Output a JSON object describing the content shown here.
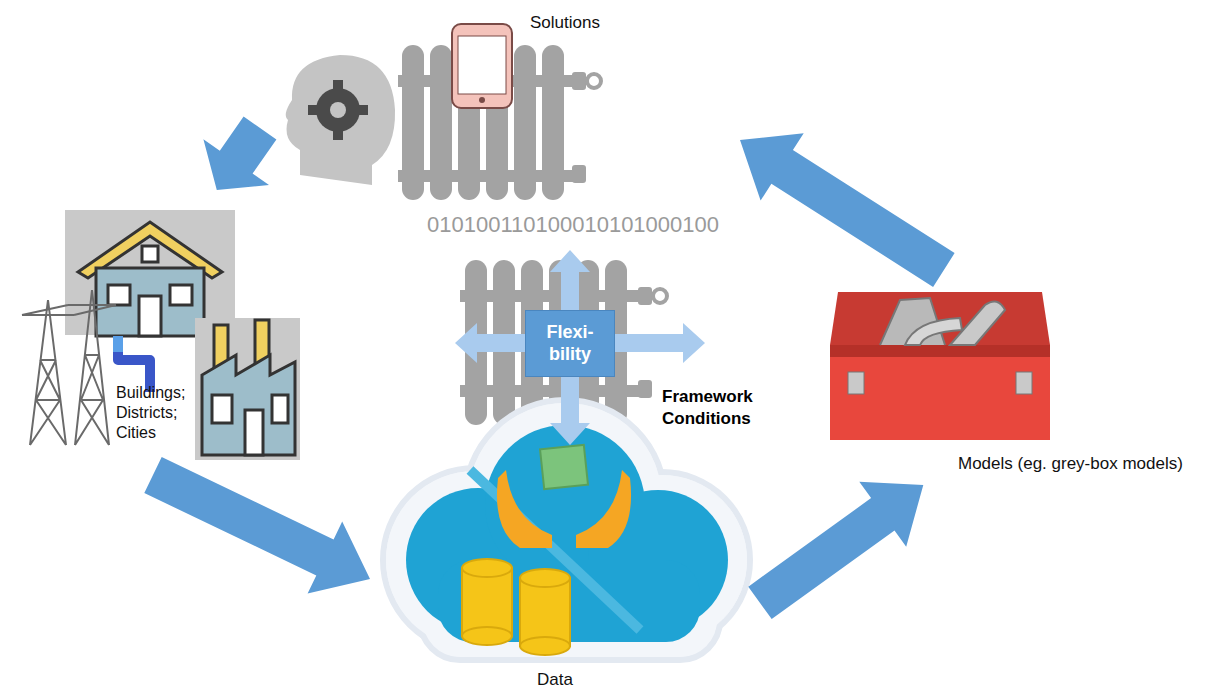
{
  "diagram": {
    "nodes": [
      {
        "text": [
          "Solutions",
          "010100110100010101000100"
        ]
      },
      {
        "text": [
          "Buildings; Districts; Cities"
        ]
      },
      {
        "text": [
          "Data"
        ]
      },
      {
        "text": [
          "Models (eg. grey-box models)"
        ]
      },
      {
        "text": [
          "Flexi- bility"
        ]
      }
    ],
    "edges": [
      {
        "from": 0,
        "to": 1,
        "arrow": "to"
      },
      {
        "from": 1,
        "to": 2,
        "arrow": "to"
      },
      {
        "from": 2,
        "to": 3,
        "arrow": "to"
      },
      {
        "from": 3,
        "to": 0,
        "arrow": "to"
      }
    ],
    "labels": [
      "Framework Conditions"
    ]
  }
}
